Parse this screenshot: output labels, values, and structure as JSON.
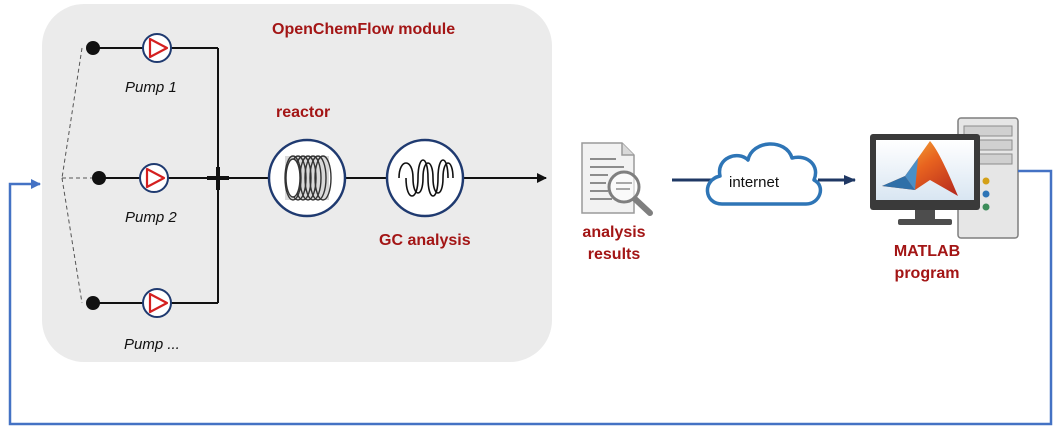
{
  "module": {
    "title": "OpenChemFlow module"
  },
  "pumps": [
    {
      "label": "Pump 1"
    },
    {
      "label": "Pump 2"
    },
    {
      "label": "Pump ..."
    }
  ],
  "reactor": {
    "label": "reactor"
  },
  "gc": {
    "label": "GC analysis"
  },
  "results": {
    "line1": "analysis",
    "line2": "results"
  },
  "cloud": {
    "label": "internet"
  },
  "matlab": {
    "line1": "MATLAB",
    "line2": "program"
  },
  "colors": {
    "module_bg": "#ebebeb",
    "label_red": "#a31515",
    "pump_red": "#d42020",
    "pump_ring": "#1f3a70",
    "feedback_blue": "#4472c4",
    "cloud_blue": "#2e75b6",
    "arrow_navy": "#1f3864"
  },
  "icons": [
    "pump-icon",
    "reactor-coil-icon",
    "gc-coil-icon",
    "document-search-icon",
    "cloud-icon",
    "matlab-computer-icon"
  ]
}
